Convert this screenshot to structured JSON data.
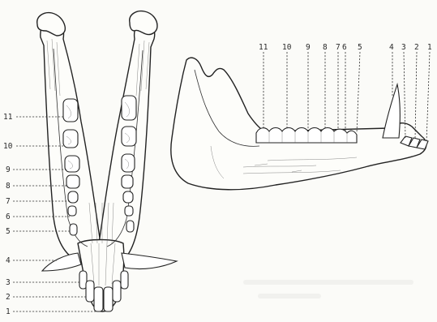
{
  "figure": {
    "left_view_labels": [
      "11",
      "10",
      "9",
      "8",
      "7",
      "6",
      "5",
      "4",
      "3",
      "2",
      "1"
    ],
    "right_view_labels": [
      "11",
      "10",
      "9",
      "8",
      "7",
      "6",
      "5",
      "4",
      "3",
      "2",
      "1"
    ]
  }
}
